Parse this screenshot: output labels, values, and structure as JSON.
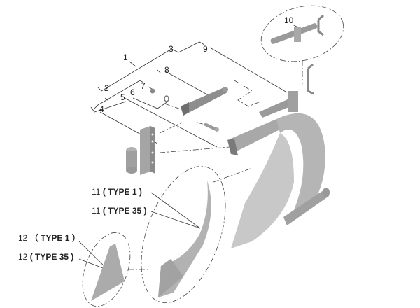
{
  "diagram": {
    "type": "exploded-parts-diagram",
    "subject": "plow bottom assembly",
    "callouts": [
      {
        "id": "1",
        "text": "1"
      },
      {
        "id": "2",
        "text": "2"
      },
      {
        "id": "3",
        "text": "3"
      },
      {
        "id": "4",
        "text": "4"
      },
      {
        "id": "5",
        "text": "5"
      },
      {
        "id": "6",
        "text": "6"
      },
      {
        "id": "7",
        "text": "7"
      },
      {
        "id": "8",
        "text": "8"
      },
      {
        "id": "9",
        "text": "9"
      },
      {
        "id": "10",
        "text": "10"
      }
    ],
    "typed_callouts": [
      {
        "num": "11",
        "type": "( TYPE 1 )"
      },
      {
        "num": "11",
        "type": "( TYPE 35 )"
      },
      {
        "num": "12",
        "type": "（ TYPE 1 ）"
      },
      {
        "num": "12",
        "type": "( TYPE 35 )"
      }
    ],
    "colors": {
      "part_fill": "#b8b8b8",
      "part_dark": "#8a8a8a",
      "part_light": "#d6d6d6",
      "line": "#333333",
      "background": "#ffffff"
    }
  }
}
